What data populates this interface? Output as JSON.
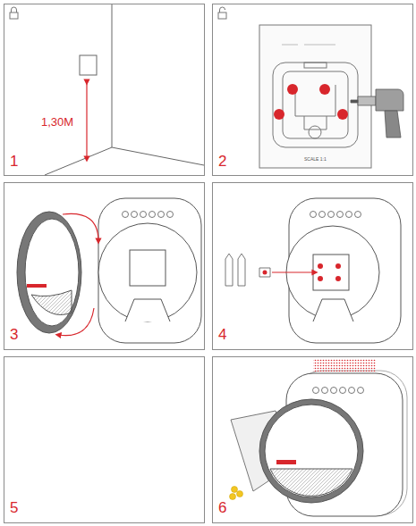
{
  "diagram": {
    "labels": [
      "1",
      "1,30M",
      "2",
      "SCALE 1:1",
      "3",
      "4",
      "5",
      "6"
    ]
  }
}
